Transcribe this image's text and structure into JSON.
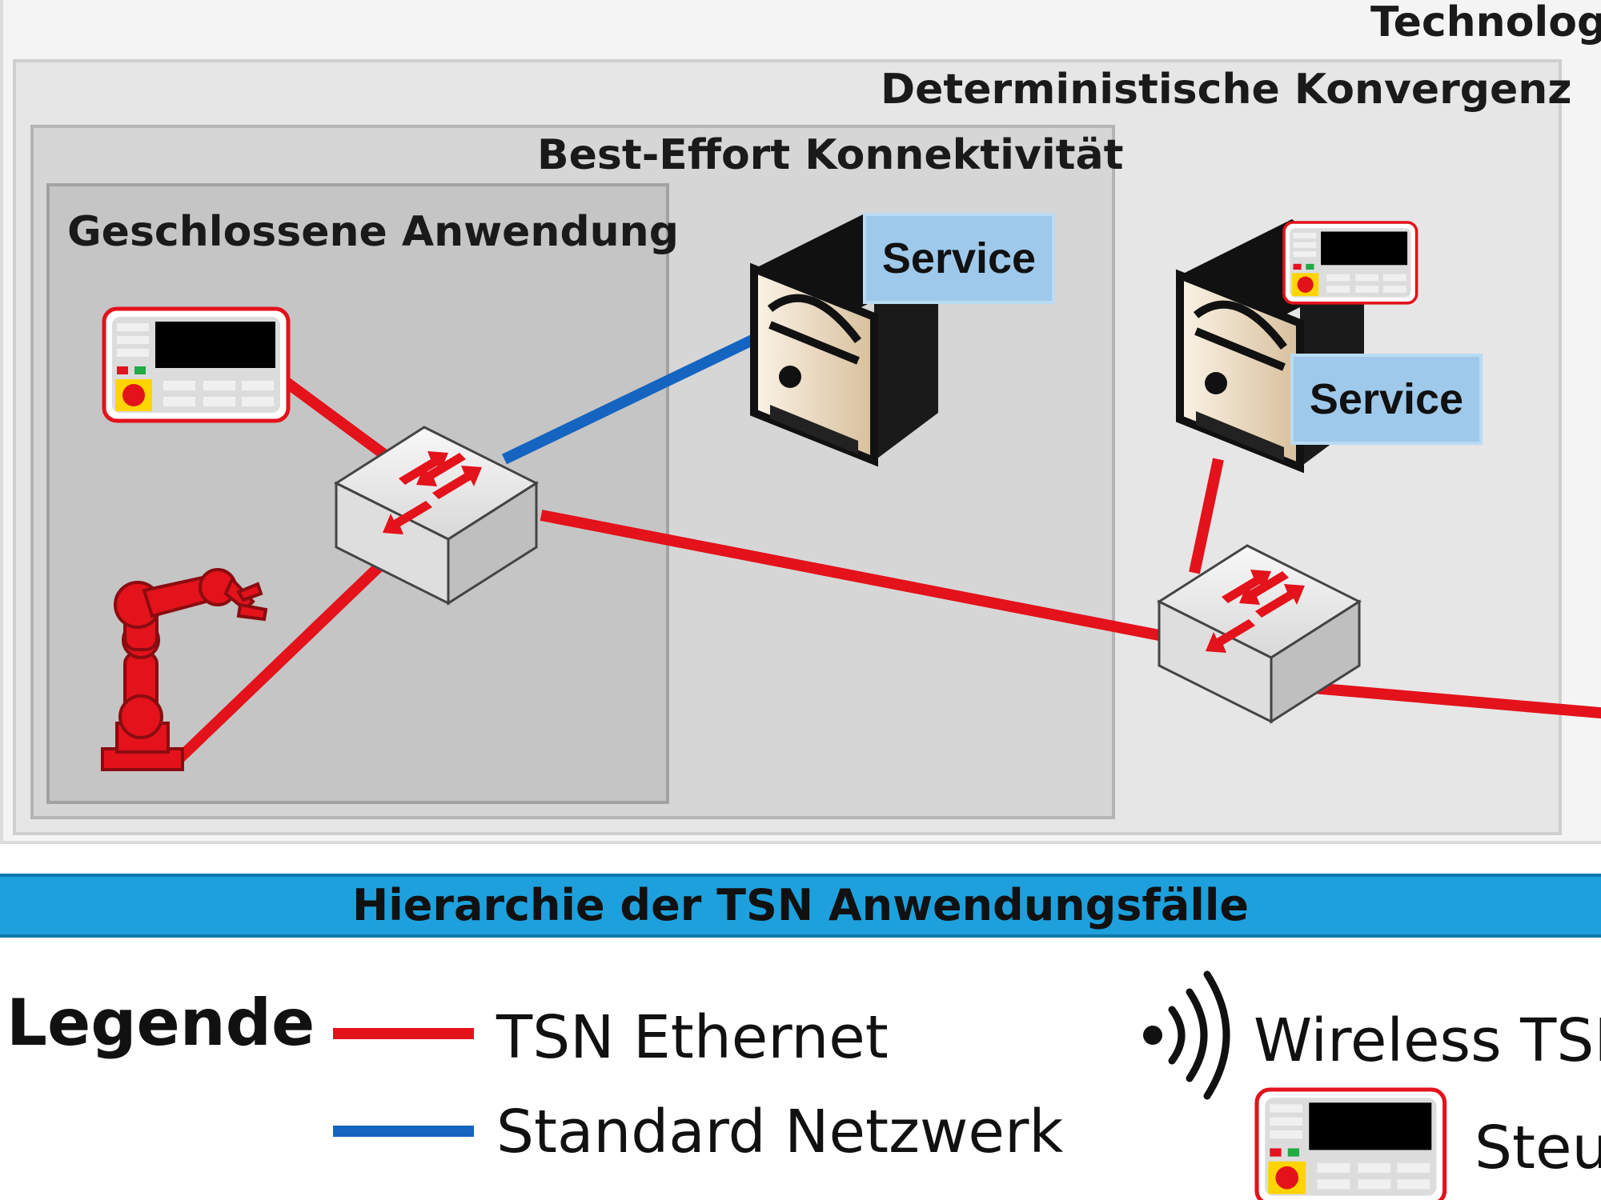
{
  "labels": {
    "technology": "Technolog",
    "deterministic": "Deterministische Konvergenz",
    "best_effort": "Best-Effort Konnektivität",
    "closed_app": "Geschlossene Anwendung"
  },
  "service_labels": [
    "Service",
    "Service"
  ],
  "hierarchy_bar": "Hierarchie der TSN Anwendungsfälle",
  "legend": {
    "title": "Legende",
    "tsn_ethernet": "TSN Ethernet",
    "standard_network": "Standard Netzwerk",
    "wireless_tsn": "Wireless TSI",
    "controller": "Steu"
  },
  "colors": {
    "tsn_line": "#e3121b",
    "standard_line": "#1565c0",
    "header_bar": "#1ea0dc",
    "service_box": "#9ec9ea"
  },
  "icons": [
    "controller-icon",
    "robot-arm-icon",
    "network-switch-icon",
    "server-icon",
    "wireless-icon"
  ]
}
